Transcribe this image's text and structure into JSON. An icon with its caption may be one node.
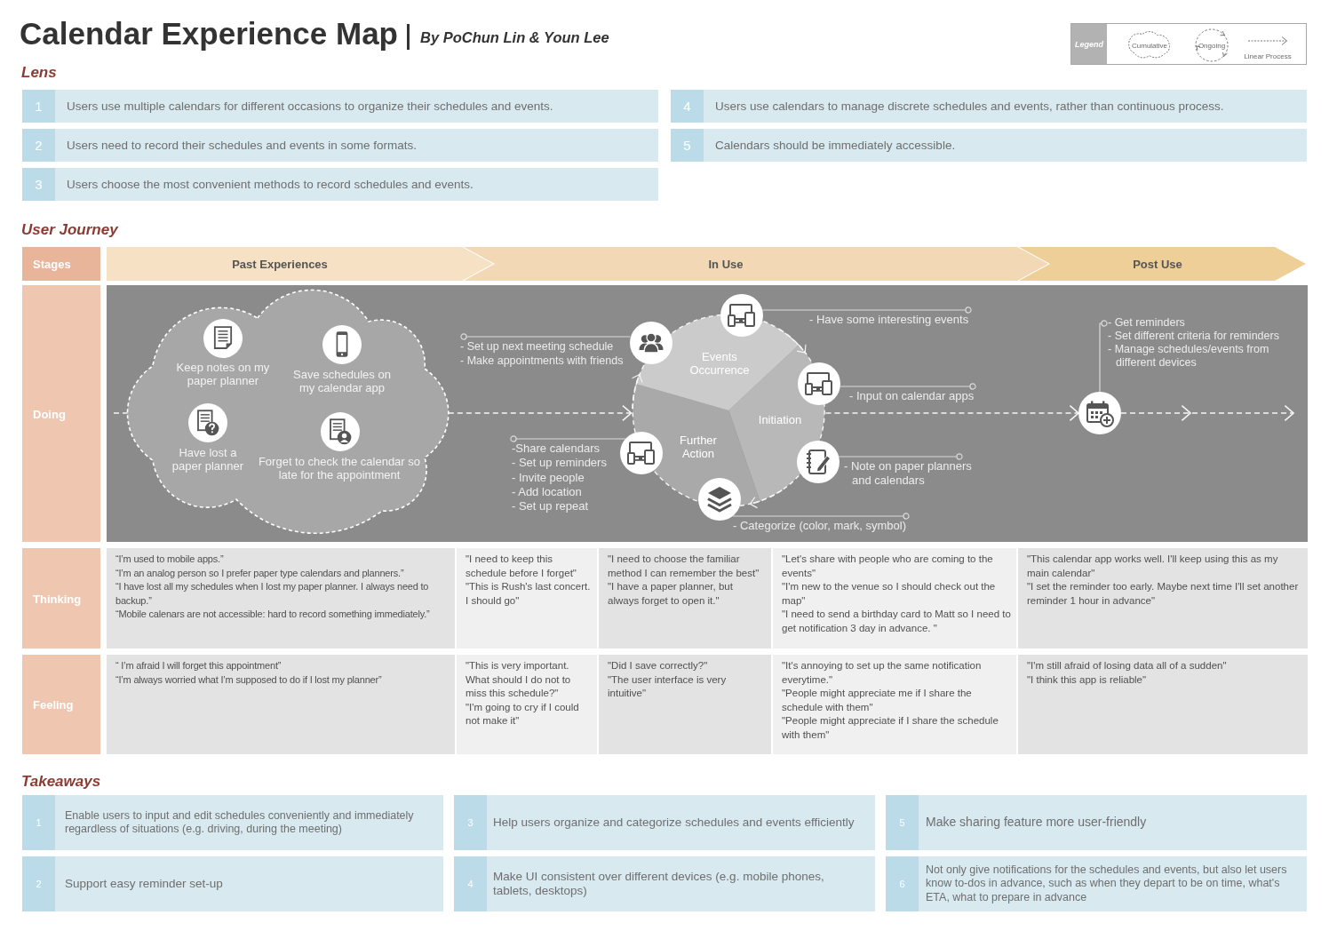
{
  "diagram": {
    "title": "Calendar Experience Map",
    "nodes": [
      {
        "text": [
          "1",
          "Users use multiple calendars for different occasions to organize their schedules and events."
        ]
      },
      {
        "text": [
          "2",
          "Users need to record their schedules and events in some formats."
        ]
      },
      {
        "text": [
          "3",
          "Users choose the most convenient methods to record schedules and events."
        ]
      },
      {
        "text": [
          "4",
          "Users use calendars to manage discrete schedules and events, rather than continuous process."
        ]
      },
      {
        "text": [
          "5",
          "Calendars should be immediately accessible."
        ]
      },
      {
        "text": [
          "Stages"
        ]
      },
      {
        "text": [
          "Past Experiences"
        ]
      },
      {
        "text": [
          "In Use"
        ]
      },
      {
        "text": [
          "Post Use"
        ]
      },
      {
        "text": [
          "Doing"
        ]
      },
      {
        "text": [],
        "shape": "box"
      },
      {
        "text": [
          "Keep notes on my paper planner",
          "Save schedules on my calendar app",
          "Have lost a paper planner",
          "Forget to check the calendar so late for the appointment"
        ],
        "in": 10
      },
      {
        "text": [
          "- Set up next meeting schedule",
          "- Make appointments with friends"
        ],
        "in": 10
      },
      {
        "text": [
          "-Share calendars",
          "- Set up reminders",
          "- Invite people",
          "- Add location",
          "- Set up repeat"
        ],
        "in": 10
      },
      {
        "text": [],
        "shape": "circle",
        "in": 10
      },
      {
        "text": [],
        "shape": "circle",
        "in": 10
      },
      {
        "text": [
          "Events Occurrence"
        ],
        "in": 10
      },
      {
        "text": [
          "Initiation"
        ],
        "in": 10
      },
      {
        "text": [
          "Further Action"
        ],
        "in": 10
      },
      {
        "text": [],
        "shape": "circle",
        "in": 10
      },
      {
        "text": [],
        "shape": "circle",
        "in": 10
      },
      {
        "text": [],
        "shape": "circle",
        "in": 10
      },
      {
        "text": [],
        "shape": "circle",
        "in": 10
      },
      {
        "text": [
          "- Have some interesting events"
        ],
        "in": 10
      },
      {
        "text": [
          "- Input on calendar apps"
        ],
        "in": 10
      },
      {
        "text": [
          "- Note on paper planners and calendars"
        ],
        "in": 10
      },
      {
        "text": [
          "- Categorize (color, mark, symbol)"
        ],
        "in": 10
      },
      {
        "text": [
          "- Get reminders",
          "- Set different criteria for reminders",
          "- Manage schedules/events from different devices"
        ],
        "in": 10
      },
      {
        "text": [],
        "shape": "circle",
        "in": 10
      },
      {
        "text": [
          "Thinking"
        ]
      },
      {
        "text": [
          "“I’m used to mobile apps.”",
          "“I’m an analog person so I prefer paper type calendars and planners.”",
          "“I have lost all my schedules when I lost my paper planner. I always need to backup.”",
          "“Mobile calenars are not accessible: hard to record something immediately.”"
        ]
      },
      {
        "text": [
          "\"I need to keep this schedule before I forget\"",
          "\"This is Rush's last concert. I should go\""
        ]
      },
      {
        "text": [
          "\"I need to choose the familiar method I can remember the best\"",
          "\"I have a paper planner, but always forget to open it.\""
        ]
      },
      {
        "text": [
          "\"Let's share with people who are coming to the events\"",
          "\"I'm new to the venue so I should check out the map\"",
          "\"I need to send a birthday card to Matt so I need to get notification 3 day in advance. \""
        ]
      },
      {
        "text": [
          "\"This calendar app works well. I'll keep using this as my main calendar\"",
          "\"I set the reminder too early. Maybe next time I'll set another reminder 1 hour in advance\""
        ]
      },
      {
        "text": [
          "Feeling"
        ]
      },
      {
        "text": [
          "“ I’m afraid I will forget this appointment”",
          "“I’m always worried what I’m supposed to do if I lost my planner”"
        ]
      },
      {
        "text": [
          "\"This is very important. What should I do not to miss this schedule?\"",
          "\"I'm going to cry if I could not make it\""
        ]
      },
      {
        "text": [
          "\"Did I save correctly?\"",
          "\"The user interface is very intuitive\""
        ]
      },
      {
        "text": [
          "\"It's annoying to set up the same notification everytime.\"",
          "\"People might appreciate me if I share the schedule with them\"",
          "\"People might appreciate if I share the schedule with them\""
        ]
      },
      {
        "text": [
          "\"I'm still afraid of losing data all of a sudden\"",
          "\"I think this app is reliable\""
        ]
      },
      {
        "text": [
          "1",
          "Enable users to input and edit schedules conveniently and immediately regardless of situations (e.g. driving, during the meeting)"
        ]
      },
      {
        "text": [
          "2",
          "Support easy reminder set-up"
        ]
      },
      {
        "text": [
          "3",
          "Help users organize and categorize schedules and events efficiently"
        ]
      },
      {
        "text": [
          "4",
          "Make UI consistent over different devices (e.g. mobile phones, tablets, desktops)"
        ]
      },
      {
        "text": [
          "5",
          "Make sharing feature more user-friendly"
        ]
      },
      {
        "text": [
          "6",
          "Not only give notifications for the schedules and events, but also let users know to-dos in advance, such as when they depart to be on time, what's ETA, what to prepare in advance"
        ]
      }
    ],
    "edges": [
      {
        "from": null,
        "to": 11,
        "arrow": "none",
        "style": "dashed"
      },
      {
        "from": 11,
        "to": 18,
        "arrow": "to",
        "style": "dashed"
      },
      {
        "from": 17,
        "to": 28,
        "arrow": "to",
        "style": "dashed"
      },
      {
        "from": 28,
        "to": null,
        "arrow": "to",
        "style": "dashed"
      },
      {
        "from": 16,
        "to": 17,
        "arrow": "to",
        "style": "dashed"
      },
      {
        "from": 17,
        "to": 18,
        "arrow": "to",
        "style": "dashed"
      },
      {
        "from": 18,
        "to": 16,
        "arrow": "to",
        "style": "dashed"
      },
      {
        "from": 12,
        "to": 14,
        "arrow": "other"
      },
      {
        "from": 13,
        "to": 15,
        "arrow": "other"
      },
      {
        "from": 23,
        "to": 19,
        "arrow": "other"
      },
      {
        "from": 24,
        "to": 20,
        "arrow": "other"
      },
      {
        "from": 25,
        "to": 21,
        "arrow": "other"
      },
      {
        "from": 26,
        "to": 22,
        "arrow": "other"
      },
      {
        "from": 27,
        "to": 28,
        "arrow": "other"
      }
    ],
    "labels": [
      "By PoChun Lin & Youn Lee",
      "Legend",
      "Lens",
      "User Journey",
      "Takeaways"
    ],
    "legend": [
      {
        "text": "Cumulative"
      },
      {
        "text": "Ongoing"
      },
      {
        "text": "Linear Process"
      }
    ]
  }
}
